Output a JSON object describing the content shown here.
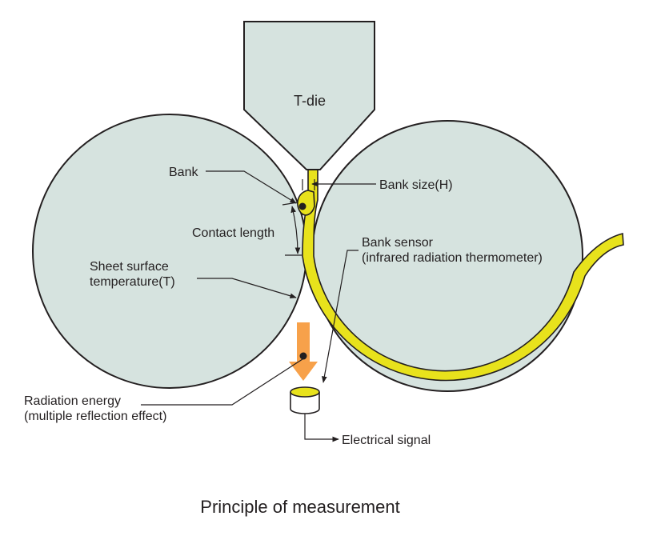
{
  "labels": {
    "t_die": "T-die",
    "bank": "Bank",
    "bank_size": "Bank size(H)",
    "contact_length": "Contact length",
    "bank_sensor_line1": "Bank sensor",
    "bank_sensor_line2": "(infrared radiation thermometer)",
    "sheet_temp_line1": "Sheet surface",
    "sheet_temp_line2": "temperature(T)",
    "radiation_line1": "Radiation energy",
    "radiation_line2": "(multiple reflection effect)",
    "electrical_signal": "Electrical signal"
  },
  "title": "Principle of measurement",
  "colors": {
    "roll_fill": "#d6e3df",
    "sheet_fill": "#e8e21c",
    "arrow_fill": "#f7a14a",
    "line": "#231f20"
  }
}
